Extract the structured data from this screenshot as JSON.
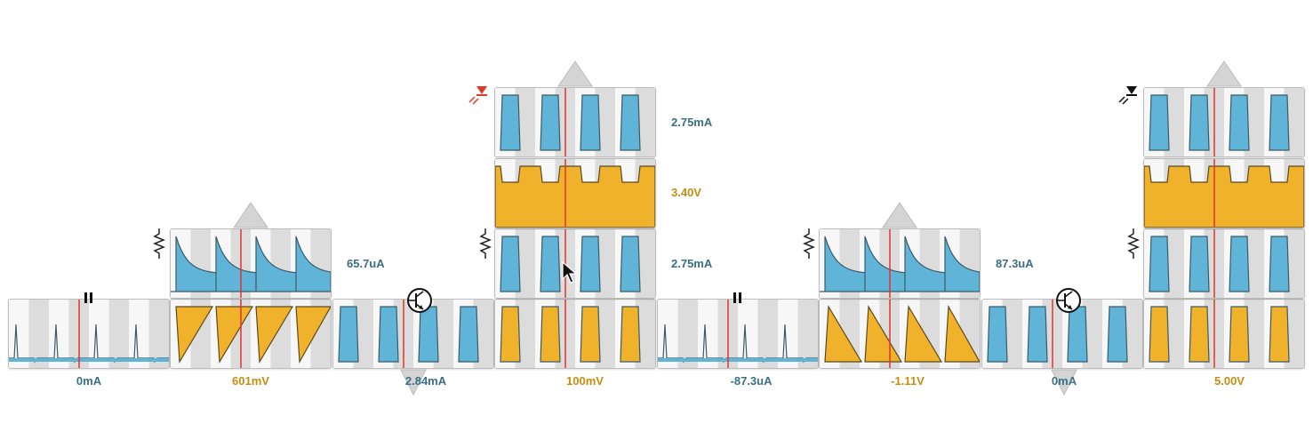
{
  "colors": {
    "current_wave": "#5fb4d8",
    "voltage_wave": "#f0b12b",
    "current_text": "#3a6f86",
    "voltage_text": "#c58d12",
    "cursor_line": "#e0342e",
    "led_red": "#e23a2a",
    "led_black": "#111111"
  },
  "bottom_labels": [
    "0mA",
    "601mV",
    "2.84mA",
    "100mV",
    "-87.3uA",
    "-1.11V",
    "0mA",
    "5.00V"
  ],
  "side_labels": {
    "led_current": "2.75mA",
    "led_voltage": "3.40V",
    "resistor_current_center": "2.75mA",
    "resistor_current_left": "65.7uA",
    "resistor_current_right": "87.3uA"
  },
  "icons": [
    "battery-icon",
    "resistor-icon",
    "transistor-icon",
    "led-red-icon",
    "led-black-icon",
    "cursor-pointer-icon"
  ]
}
